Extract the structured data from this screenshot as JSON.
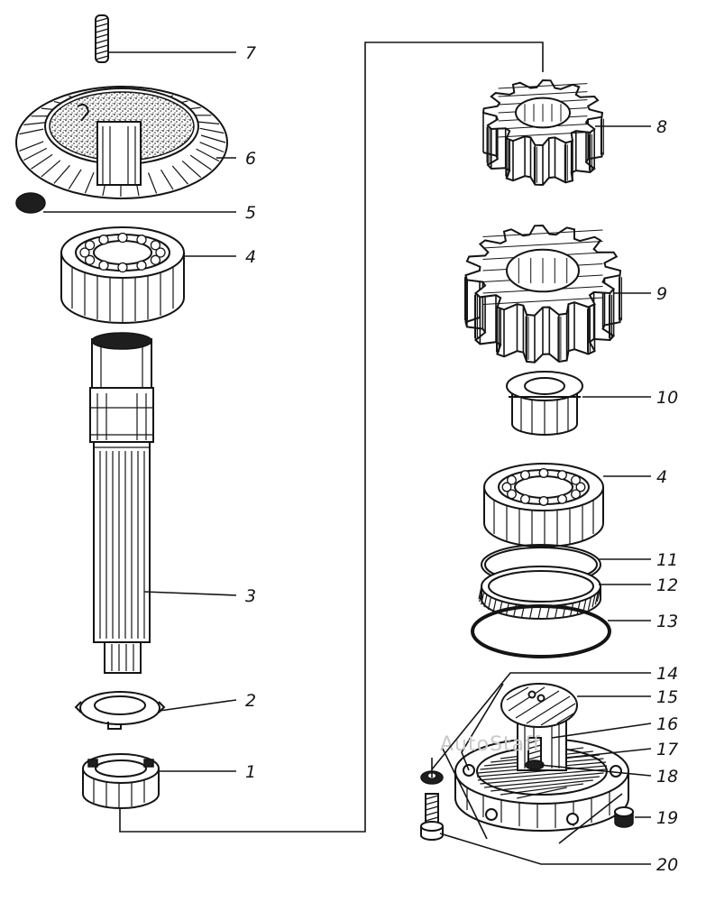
{
  "diagram": {
    "watermark": "AutoStaff",
    "callouts": [
      {
        "id": "7",
        "label": "7"
      },
      {
        "id": "6",
        "label": "6"
      },
      {
        "id": "5",
        "label": "5"
      },
      {
        "id": "4a",
        "label": "4"
      },
      {
        "id": "3",
        "label": "3"
      },
      {
        "id": "2",
        "label": "2"
      },
      {
        "id": "1",
        "label": "1"
      },
      {
        "id": "8",
        "label": "8"
      },
      {
        "id": "9",
        "label": "9"
      },
      {
        "id": "10",
        "label": "10"
      },
      {
        "id": "4b",
        "label": "4"
      },
      {
        "id": "11",
        "label": "11"
      },
      {
        "id": "12",
        "label": "12"
      },
      {
        "id": "13",
        "label": "13"
      },
      {
        "id": "14",
        "label": "14"
      },
      {
        "id": "15",
        "label": "15"
      },
      {
        "id": "16",
        "label": "16"
      },
      {
        "id": "17",
        "label": "17"
      },
      {
        "id": "18",
        "label": "18"
      },
      {
        "id": "19",
        "label": "19"
      },
      {
        "id": "20",
        "label": "20"
      }
    ]
  }
}
